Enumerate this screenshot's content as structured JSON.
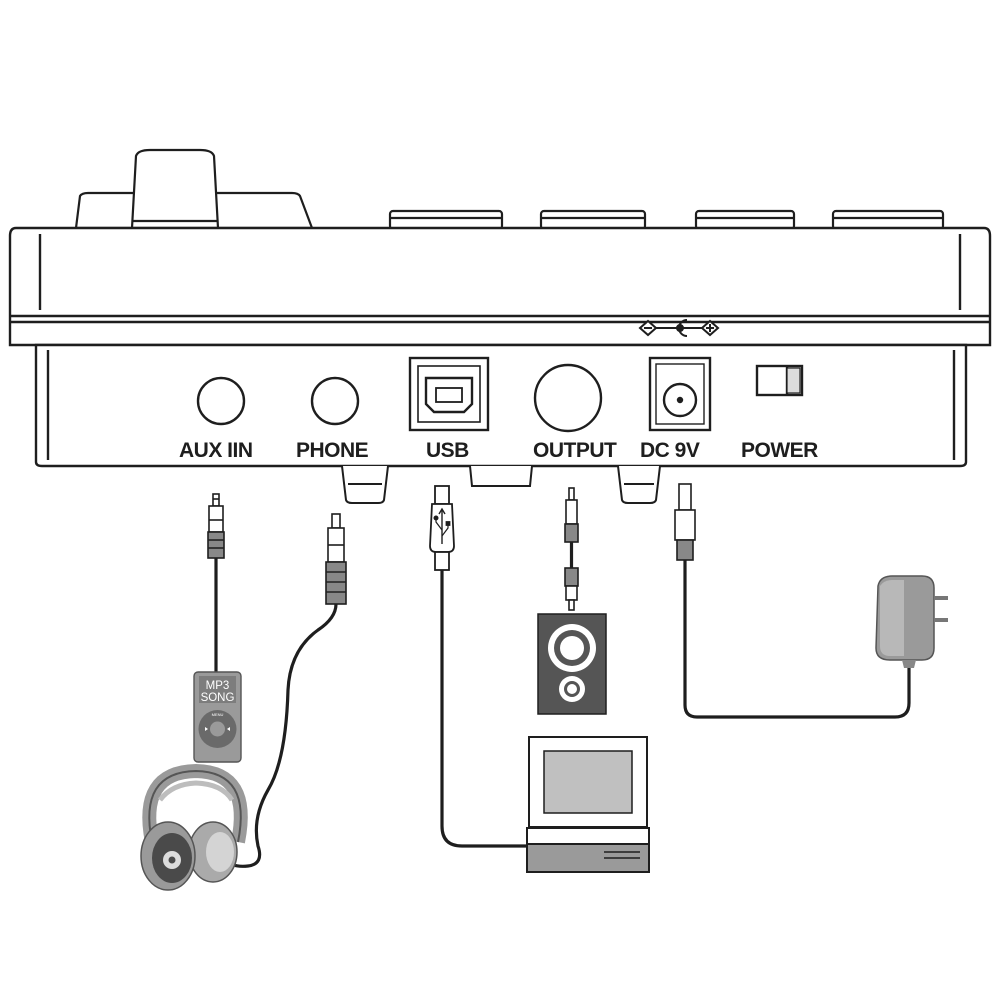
{
  "ports": {
    "aux_in": "AUX IIN",
    "phone": "PHONE",
    "usb": "USB",
    "output": "OUTPUT",
    "dc": "DC 9V",
    "power": "POWER"
  },
  "mp3_player": {
    "line1": "MP3",
    "line2": "SONG",
    "menu": "MENU"
  },
  "colors": {
    "line": "#1e1e1e",
    "device_gray": "#9a9a9a",
    "dark_gray": "#555555"
  },
  "icons": [
    "dc-polarity-icon",
    "usb-port-icon",
    "power-switch-icon",
    "headphones-icon",
    "mp3-player-icon",
    "speaker-icon",
    "computer-icon",
    "power-adapter-icon"
  ]
}
